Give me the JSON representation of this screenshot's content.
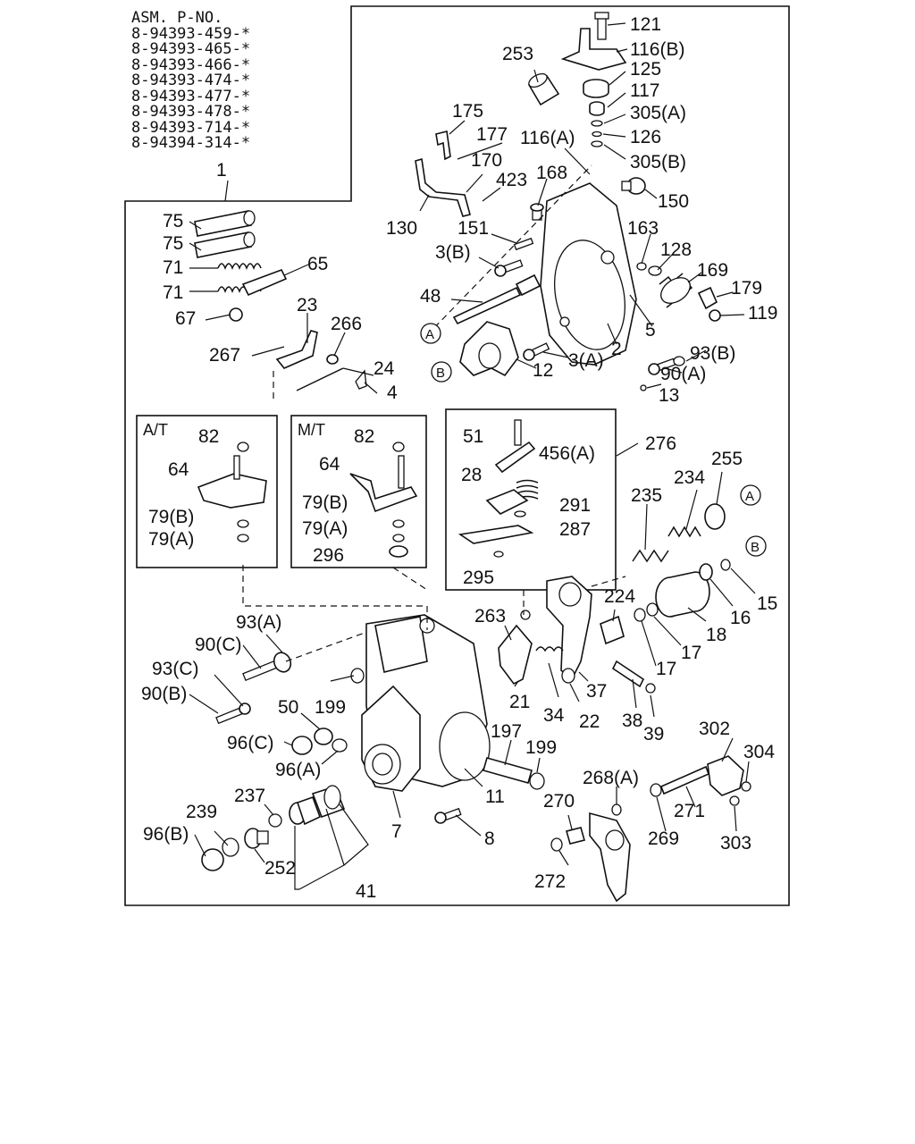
{
  "assembly": {
    "heading": "ASM. P-NO.",
    "part_numbers": [
      "8-94393-459-*",
      "8-94393-465-*",
      "8-94393-466-*",
      "8-94393-474-*",
      "8-94393-477-*",
      "8-94393-478-*",
      "8-94393-714-*",
      "8-94394-314-*"
    ]
  },
  "boxes": {
    "at": {
      "title": "A/T",
      "labels": [
        "82",
        "64",
        "79(B)",
        "79(A)"
      ]
    },
    "mt": {
      "title": "M/T",
      "labels": [
        "82",
        "64",
        "79(B)",
        "79(A)",
        "296"
      ]
    },
    "sub276": {
      "labels": [
        "51",
        "456(A)",
        "28",
        "291",
        "287",
        "295"
      ]
    }
  },
  "callouts": [
    "A",
    "B",
    "A",
    "B"
  ],
  "labels": [
    "1",
    "121",
    "116(B)",
    "253",
    "125",
    "117",
    "305(A)",
    "116(A)",
    "126",
    "305(B)",
    "175",
    "177",
    "170",
    "168",
    "423",
    "150",
    "130",
    "151",
    "163",
    "128",
    "169",
    "3(B)",
    "179",
    "119",
    "48",
    "5",
    "93(B)",
    "3(A)",
    "2",
    "12",
    "90(A)",
    "13",
    "75",
    "75",
    "71",
    "71",
    "65",
    "67",
    "23",
    "266",
    "267",
    "24",
    "4",
    "276",
    "255",
    "234",
    "235",
    "15",
    "16",
    "18",
    "17",
    "17",
    "224",
    "263",
    "21",
    "37",
    "34",
    "22",
    "38",
    "39",
    "93(A)",
    "90(C)",
    "93(C)",
    "90(B)",
    "50",
    "199",
    "96(C)",
    "96(A)",
    "197",
    "199",
    "11",
    "302",
    "304",
    "268(A)",
    "271",
    "269",
    "303",
    "237",
    "239",
    "96(B)",
    "252",
    "41",
    "7",
    "8",
    "270",
    "272"
  ]
}
